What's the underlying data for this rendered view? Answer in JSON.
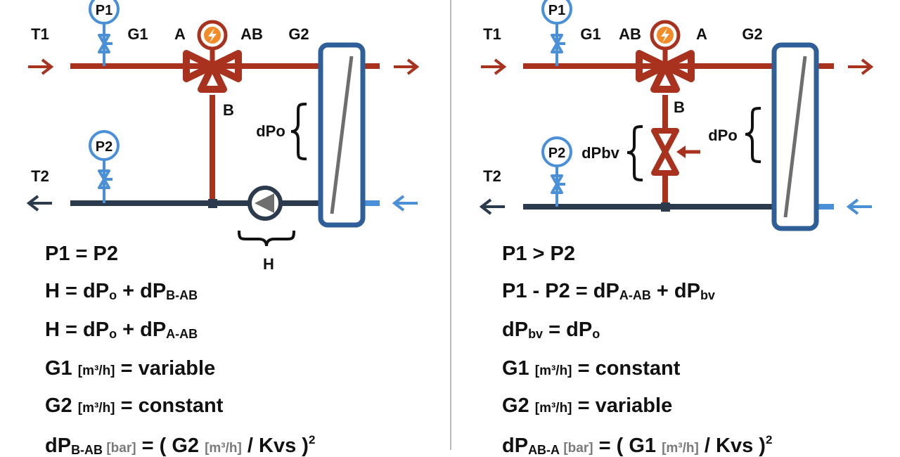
{
  "colors": {
    "supply": "#a8321e",
    "return": "#2b3a4d",
    "valve": "#a8321e",
    "gauge": "#4a90d9",
    "exchanger": "#2f5f98",
    "coolarrow": "#4a90d9",
    "actuator": "#f28c28",
    "divider": "#b9b9b9"
  },
  "icons": [
    "pressure-gauge-icon",
    "gauge-valve-icon",
    "three-way-valve-icon",
    "actuator-bolt-icon",
    "pump-icon",
    "balancing-valve-icon",
    "heat-exchanger-icon",
    "flow-arrow-icon",
    "brace-icon"
  ],
  "left": {
    "labels": {
      "t1": "T1",
      "t2": "T2",
      "g1": "G1",
      "g2": "G2",
      "a": "A",
      "ab": "AB",
      "b": "B",
      "p1": "P1",
      "p2": "P2",
      "dpo": "dPo",
      "h": "H"
    },
    "eq1": {
      "text": "P1 = P2"
    },
    "eq2": {
      "a": "H = dP",
      "b": "o",
      "c": " + dP",
      "d": "B-AB"
    },
    "eq3": {
      "a": "H = dP",
      "b": "o",
      "c": " + dP",
      "d": "A-AB"
    },
    "eq4": {
      "a": "G1 ",
      "u": "[m³/h]",
      "c": " = variable"
    },
    "eq5": {
      "a": "G2 ",
      "u": "[m³/h]",
      "c": " = constant"
    },
    "eq6": {
      "a": "dP",
      "b": "B-AB",
      "u1": " [bar]",
      "c": " = ( G2 ",
      "u2": "[m³/h]",
      "d": " / Kvs )",
      "e": "2"
    }
  },
  "right": {
    "labels": {
      "t1": "T1",
      "t2": "T2",
      "g1": "G1",
      "g2": "G2",
      "ab": "AB",
      "a": "A",
      "b": "B",
      "p1": "P1",
      "p2": "P2",
      "dpo": "dPo",
      "dpbv": "dPbv"
    },
    "eq1": {
      "text": "P1 > P2"
    },
    "eq2": {
      "a": "P1 - P2 = dP",
      "b": "A-AB",
      "c": " + dP",
      "d": "bv"
    },
    "eq3": {
      "a": "dP",
      "b": "bv",
      "c": " = dP",
      "d": "o"
    },
    "eq4": {
      "a": "G1 ",
      "u": "[m³/h]",
      "c": " = constant"
    },
    "eq5": {
      "a": "G2 ",
      "u": "[m³/h]",
      "c": " = variable"
    },
    "eq6": {
      "a": "dP",
      "b": "AB-A",
      "u1": " [bar]",
      "c": " = ( G1 ",
      "u2": "[m³/h]",
      "d": " / Kvs )",
      "e": "2"
    }
  }
}
